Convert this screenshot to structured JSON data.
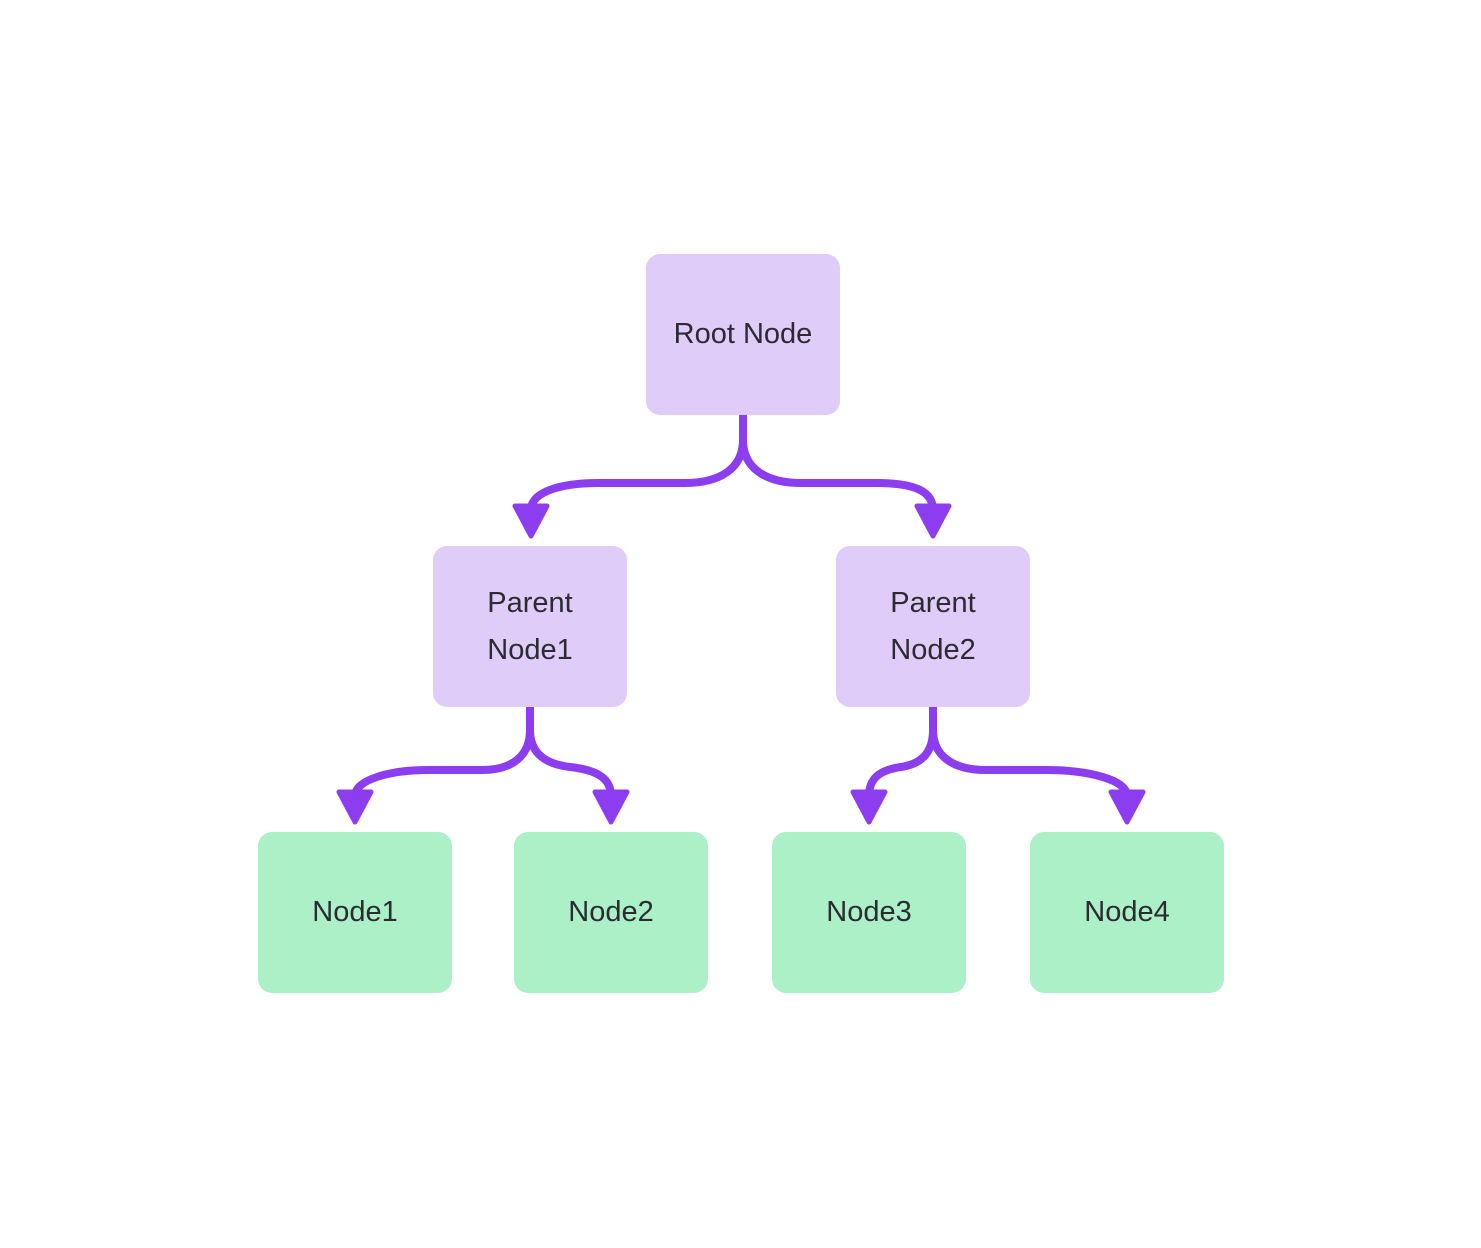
{
  "diagram": {
    "type": "tree",
    "background": "#ffffff",
    "colors": {
      "parent_fill": "#e0ccf9",
      "leaf_fill": "#abf0c7",
      "arrow": "#8c3df0",
      "text": "#2b2b31"
    },
    "nodes": {
      "root": {
        "label": "Root Node",
        "kind": "parent"
      },
      "parent1": {
        "label": "Parent Node1",
        "kind": "parent"
      },
      "parent2": {
        "label": "Parent Node2",
        "kind": "parent"
      },
      "node1": {
        "label": "Node1",
        "kind": "leaf"
      },
      "node2": {
        "label": "Node2",
        "kind": "leaf"
      },
      "node3": {
        "label": "Node3",
        "kind": "leaf"
      },
      "node4": {
        "label": "Node4",
        "kind": "leaf"
      }
    },
    "edges": [
      {
        "from": "root",
        "to": "parent1"
      },
      {
        "from": "root",
        "to": "parent2"
      },
      {
        "from": "parent1",
        "to": "node1"
      },
      {
        "from": "parent1",
        "to": "node2"
      },
      {
        "from": "parent2",
        "to": "node3"
      },
      {
        "from": "parent2",
        "to": "node4"
      }
    ]
  }
}
